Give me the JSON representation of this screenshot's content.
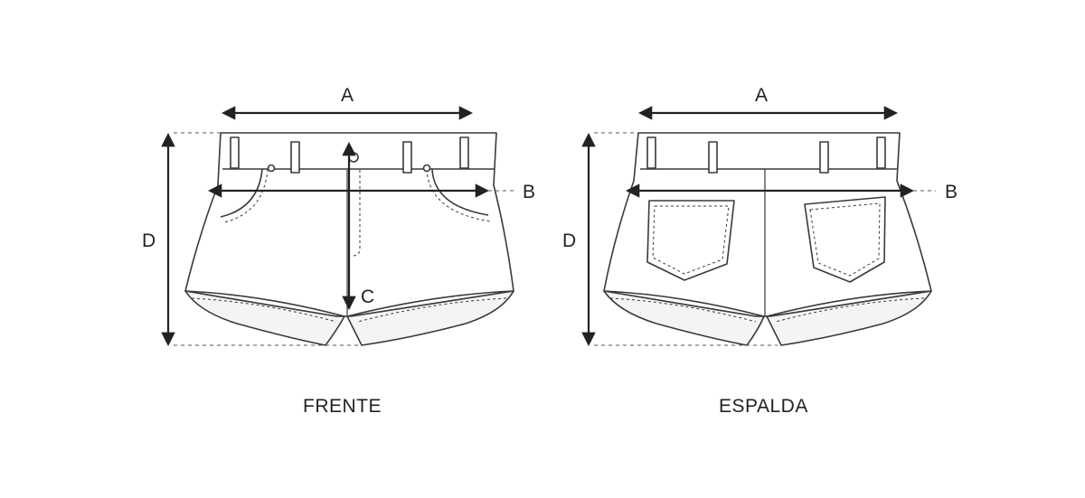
{
  "front": {
    "caption": "FRENTE",
    "labels": {
      "a": "A",
      "b": "B",
      "c": "C",
      "d": "D"
    }
  },
  "back": {
    "caption": "ESPALDA",
    "labels": {
      "a": "A",
      "b": "B",
      "d": "D"
    }
  },
  "colors": {
    "line": "#222222",
    "outline": "#3a3a3a",
    "dash": "#555555",
    "fill": "#ffffff",
    "shade": "#f1f1f1"
  }
}
